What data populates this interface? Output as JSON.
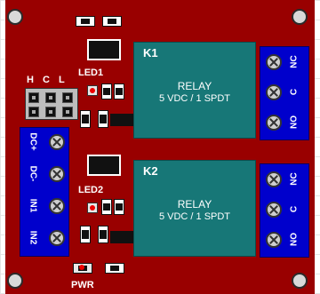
{
  "board": {
    "color": "#990000"
  },
  "relays": [
    {
      "id": "K1",
      "name": "RELAY",
      "spec": "5 VDC / 1 SPDT",
      "color": "#177777"
    },
    {
      "id": "K2",
      "name": "RELAY",
      "spec": "5 VDC / 1 SPDT",
      "color": "#177777"
    }
  ],
  "relay_terminals": [
    "NC",
    "C",
    "NO"
  ],
  "input_terminals": [
    "DC+",
    "DC-",
    "IN1",
    "IN2"
  ],
  "jumper_header": {
    "pins": [
      "H",
      "C",
      "L"
    ]
  },
  "leds": {
    "led1": "LED1",
    "led2": "LED2",
    "pwr": "PWR"
  },
  "colors": {
    "terminal_block": "#0000cc",
    "led": "#e00000"
  }
}
